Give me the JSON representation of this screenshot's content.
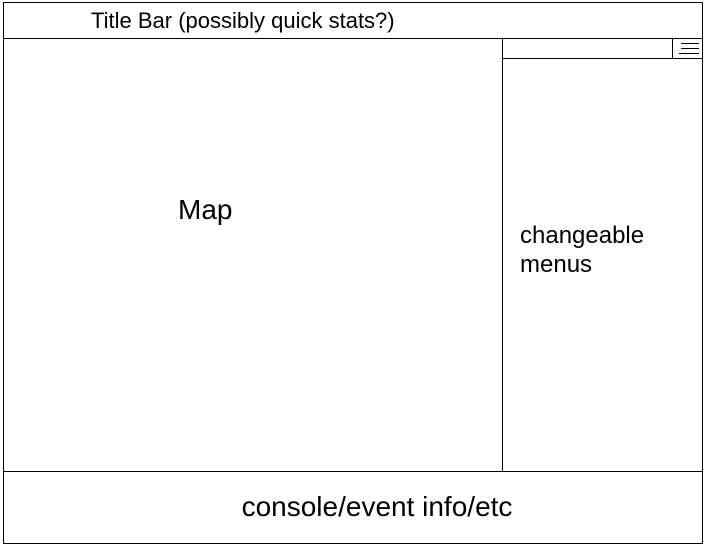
{
  "title_bar": {
    "label": "Title Bar (possibly quick stats?)"
  },
  "map": {
    "label": "Map"
  },
  "menu_panel": {
    "label": "changeable menus",
    "menu_icon": "hamburger-menu-icon"
  },
  "console": {
    "label": "console/event info/etc"
  }
}
